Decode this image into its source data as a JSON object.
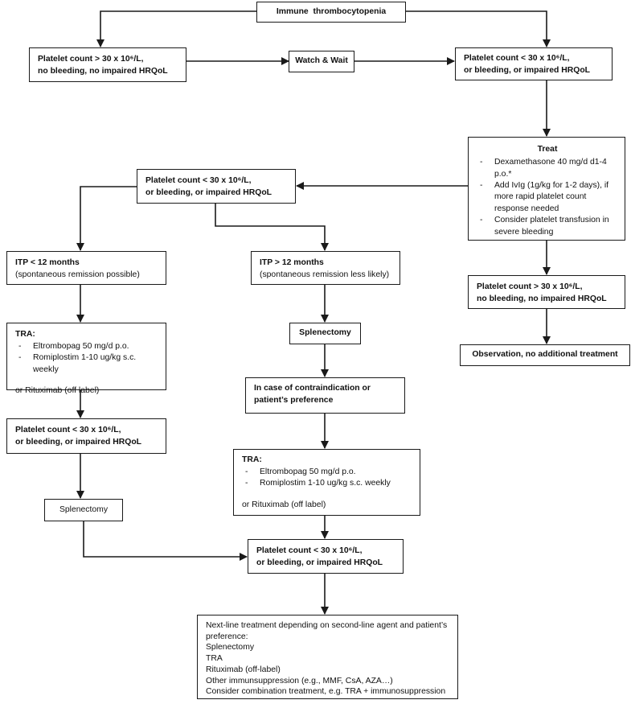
{
  "diagram": {
    "root": "Immune  thrombocytopenia",
    "watch_wait": "Watch & Wait",
    "low_count_box": {
      "line1": "Platelet count > 30 x 10⁶/L,",
      "line2": "no bleeding, no impaired HRQoL"
    },
    "high_risk_box": {
      "line1": "Platelet count < 30 x 10⁶/L,",
      "line2": "or bleeding, or impaired HRQoL"
    },
    "treat": {
      "title": "Treat",
      "items": [
        "Dexamethasone 40 mg/d d1-4 p.o.*",
        "Add IvIg (1g/kg for 1-2 days), if more rapid platelet count response needed",
        "Consider platelet transfusion in severe bleeding"
      ]
    },
    "relapse_box": {
      "line1": "Platelet count < 30 x 10⁶/L,",
      "line2": "or bleeding, or impaired HRQoL"
    },
    "response_box": {
      "line1": "Platelet count > 30 x 10⁶/L,",
      "line2": "no bleeding, no impaired HRQoL"
    },
    "observation": "Observation, no additional treatment",
    "itp_short": {
      "title": "ITP < 12 months",
      "subtitle": "(spontaneous remission possible)"
    },
    "itp_long": {
      "title": "ITP > 12 months",
      "subtitle": "(spontaneous remission less likely)"
    },
    "tra_left": {
      "title": "TRA:",
      "items": [
        "Eltrombopag 50 mg/d p.o.",
        "Romiplostim 1-10 ug/kg s.c. weekly"
      ],
      "alt": "or Rituximab (off label)"
    },
    "splenectomy_mid": "Splenectomy",
    "contraindication": "In case of contraindication or patient’s preference",
    "left_relapse_box": {
      "line1": "Platelet count < 30 x 10⁶/L,",
      "line2": "or bleeding, or impaired HRQoL"
    },
    "tra_mid": {
      "title": "TRA:",
      "items": [
        "Eltrombopag 50 mg/d p.o.",
        "Romiplostim 1-10 ug/kg s.c. weekly"
      ],
      "alt": "or Rituximab (off label)"
    },
    "splenectomy_left": "Splenectomy",
    "final_relapse_box": {
      "line1": "Platelet count < 30 x 10⁶/L,",
      "line2": "or bleeding, or impaired HRQoL"
    },
    "next_line": {
      "intro": "Next-line treatment depending on second-line agent and patient’s preference:",
      "items": [
        "Splenectomy",
        "TRA",
        "Rituximab (off-label)",
        "Other immunsuppression (e.g., MMF, CsA, AZA…)",
        "Consider combination treatment, e.g. TRA + immunosuppression"
      ]
    }
  }
}
